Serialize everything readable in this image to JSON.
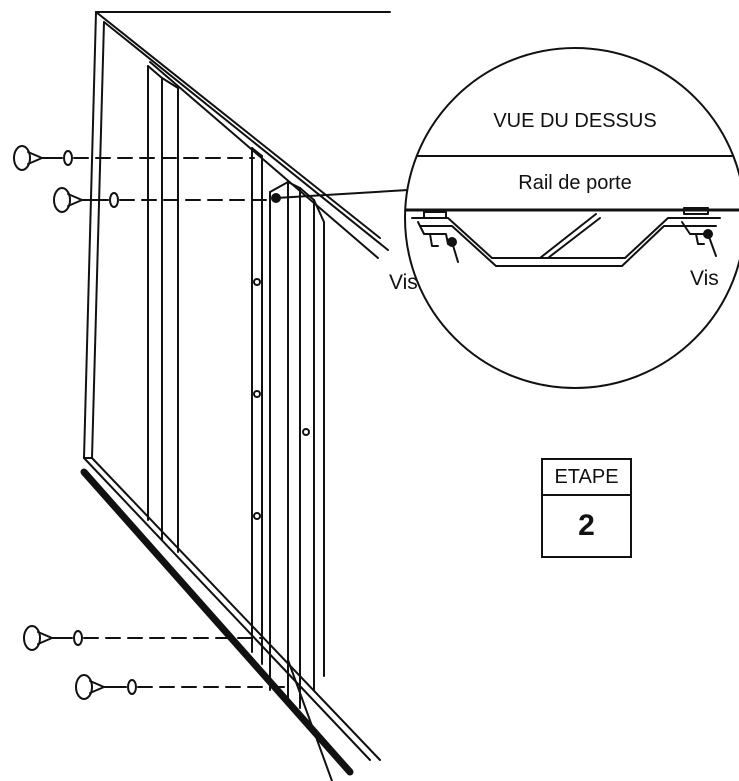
{
  "inset": {
    "title": "VUE DU DESSUS",
    "rail_label": "Rail de porte",
    "screw_label_left": "Vis",
    "screw_label_right": "Vis"
  },
  "step": {
    "title": "ETAPE",
    "number": "2"
  },
  "icons": {
    "screws": [
      "screw-icon",
      "screw-icon",
      "screw-icon",
      "screw-icon"
    ]
  },
  "colors": {
    "ink": "#111111",
    "paper": "#ffffff"
  }
}
